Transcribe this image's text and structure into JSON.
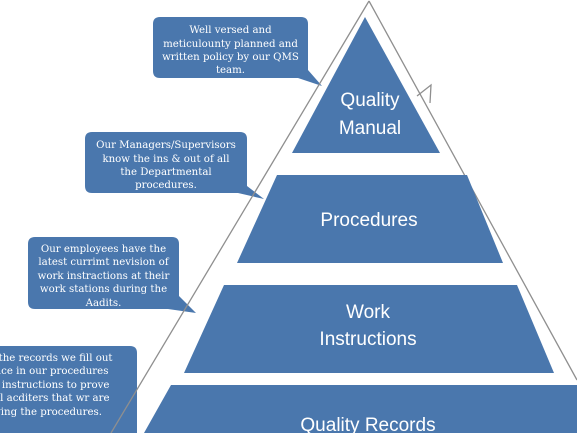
{
  "colors": {
    "tier_fill": "#4a77ad",
    "bubble_fill": "#4a77ad",
    "outline": "#8f8f8f",
    "background": "#ffffff"
  },
  "pyramid": {
    "tiers": [
      {
        "lines": [
          "Quality",
          "Manual"
        ]
      },
      {
        "lines": [
          "Procedures"
        ]
      },
      {
        "lines": [
          "Work",
          "Instructions"
        ]
      },
      {
        "lines": [
          "Quality Records"
        ]
      }
    ]
  },
  "callouts": [
    {
      "text": "Well versed and\nmeticulounty planned and\nwritten policy by our QMS\nteam."
    },
    {
      "text": "Our Managers/Supervisors\nknow the ins & out of all\nthe Departmental\nprocedures."
    },
    {
      "text": "Our employees have the\nlatest currimt nevision of\nwork instractions at their\nwork stations during the\nAadits."
    },
    {
      "text": "re the records we fill out\nence in our procedures\nrk instructions to prove\nnal acditers that wr are\nving the procedures."
    }
  ]
}
